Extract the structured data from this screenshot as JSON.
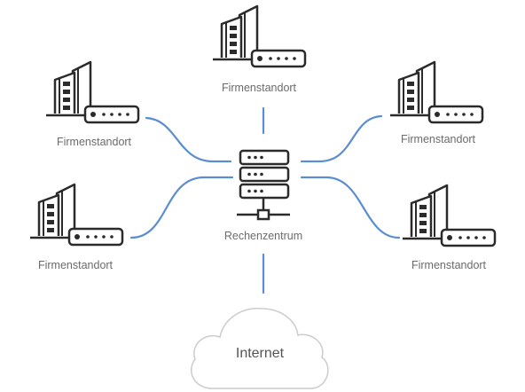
{
  "diagram": {
    "sites": [
      {
        "label": "Firmenstandort"
      },
      {
        "label": "Firmenstandort"
      },
      {
        "label": "Firmenstandort"
      },
      {
        "label": "Firmenstandort"
      },
      {
        "label": "Firmenstandort"
      }
    ],
    "datacenter": {
      "label": "Rechenzentrum"
    },
    "cloud": {
      "label": "Internet"
    },
    "colors": {
      "link": "#5b8ed1",
      "icon_stroke": "#2b2b2b",
      "label": "#6b6b6b",
      "cloud_stroke": "#cccccc"
    }
  }
}
